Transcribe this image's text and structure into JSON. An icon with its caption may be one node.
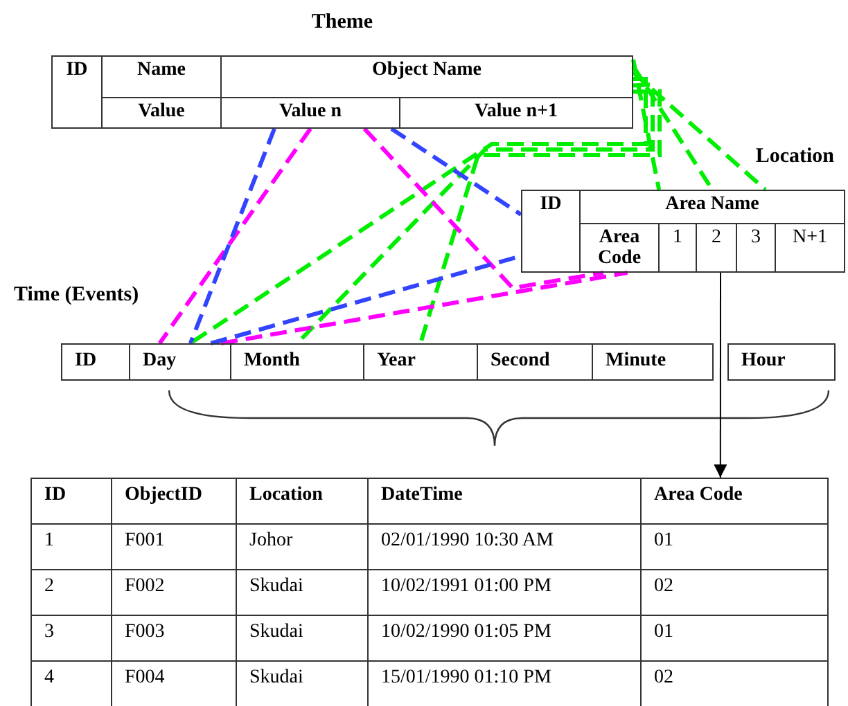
{
  "diagram": {
    "nodes": [
      {
        "text": [
          "Theme"
        ]
      },
      {
        "text": [
          "ID"
        ],
        "in": 0
      },
      {
        "text": [
          "Name"
        ],
        "in": 0
      },
      {
        "text": [
          "Object Name"
        ],
        "in": 0
      },
      {
        "text": [
          "Value"
        ],
        "in": 0
      },
      {
        "text": [
          "Value n"
        ],
        "in": 0
      },
      {
        "text": [
          "Value n+1"
        ],
        "in": 0
      },
      {
        "text": [
          "Location"
        ]
      },
      {
        "text": [
          "ID"
        ],
        "in": 7
      },
      {
        "text": [
          "Area Name"
        ],
        "in": 7
      },
      {
        "text": [
          "Area Code"
        ],
        "in": 7
      },
      {
        "text": [
          "1"
        ],
        "in": 7
      },
      {
        "text": [
          "2"
        ],
        "in": 7
      },
      {
        "text": [
          "3"
        ],
        "in": 7
      },
      {
        "text": [
          "N+1"
        ],
        "in": 7
      },
      {
        "text": [
          "Time (Events)"
        ]
      },
      {
        "text": [
          "ID"
        ],
        "in": 15
      },
      {
        "text": [
          "Day"
        ],
        "in": 15
      },
      {
        "text": [
          "Month"
        ],
        "in": 15
      },
      {
        "text": [
          "Year"
        ],
        "in": 15
      },
      {
        "text": [
          "Second"
        ],
        "in": 15
      },
      {
        "text": [
          "Minute"
        ],
        "in": 15
      },
      {
        "text": [
          "Hour"
        ],
        "in": 15
      },
      {
        "text": [
          "ID"
        ]
      },
      {
        "text": [
          "ObjectID"
        ]
      },
      {
        "text": [
          "Location"
        ]
      },
      {
        "text": [
          "DateTime"
        ]
      },
      {
        "text": [
          "Area Code"
        ]
      }
    ],
    "edges": [
      {
        "from": 3,
        "to": 17,
        "arrow": "none",
        "style": "dashed",
        "color": "#00ee00"
      },
      {
        "from": 3,
        "to": 18,
        "arrow": "none",
        "style": "dashed",
        "color": "#00ee00"
      },
      {
        "from": 3,
        "to": 19,
        "arrow": "none",
        "style": "dashed",
        "color": "#00ee00"
      },
      {
        "from": 3,
        "to": 9,
        "arrow": "none",
        "style": "dashed",
        "color": "#00ee00"
      },
      {
        "from": 3,
        "to": 9,
        "arrow": "none",
        "style": "dashed",
        "color": "#00ee00"
      },
      {
        "from": 3,
        "to": 9,
        "arrow": "none",
        "style": "dashed",
        "color": "#00ee00"
      },
      {
        "from": 5,
        "to": 17,
        "arrow": "none",
        "style": "dashed",
        "color": "#ff00ff"
      },
      {
        "from": 5,
        "to": 10,
        "arrow": "none",
        "style": "dashed",
        "color": "#ff00ff"
      },
      {
        "from": 17,
        "to": 10,
        "arrow": "none",
        "style": "dashed",
        "color": "#ff00ff"
      },
      {
        "from": 5,
        "to": 17,
        "arrow": "none",
        "style": "dashed",
        "color": "#3344ff"
      },
      {
        "from": 5,
        "to": 8,
        "arrow": "none",
        "style": "dashed",
        "color": "#3344ff"
      },
      {
        "from": 17,
        "to": 8,
        "arrow": "none",
        "style": "dashed",
        "color": "#3344ff"
      },
      {
        "from": 12,
        "to": 27,
        "arrow": "to",
        "color": "#000000"
      }
    ],
    "labels": [
      "1",
      "F001",
      "Johor",
      "02/01/1990 10:30 AM",
      "01",
      "2",
      "F002",
      "Skudai",
      "10/02/1991 01:00 PM",
      "02",
      "3",
      "F003",
      "Skudai",
      "10/02/1990 01:05 PM",
      "01",
      "4",
      "F004",
      "Skudai",
      "15/01/1990 01:10 PM",
      "02"
    ]
  }
}
